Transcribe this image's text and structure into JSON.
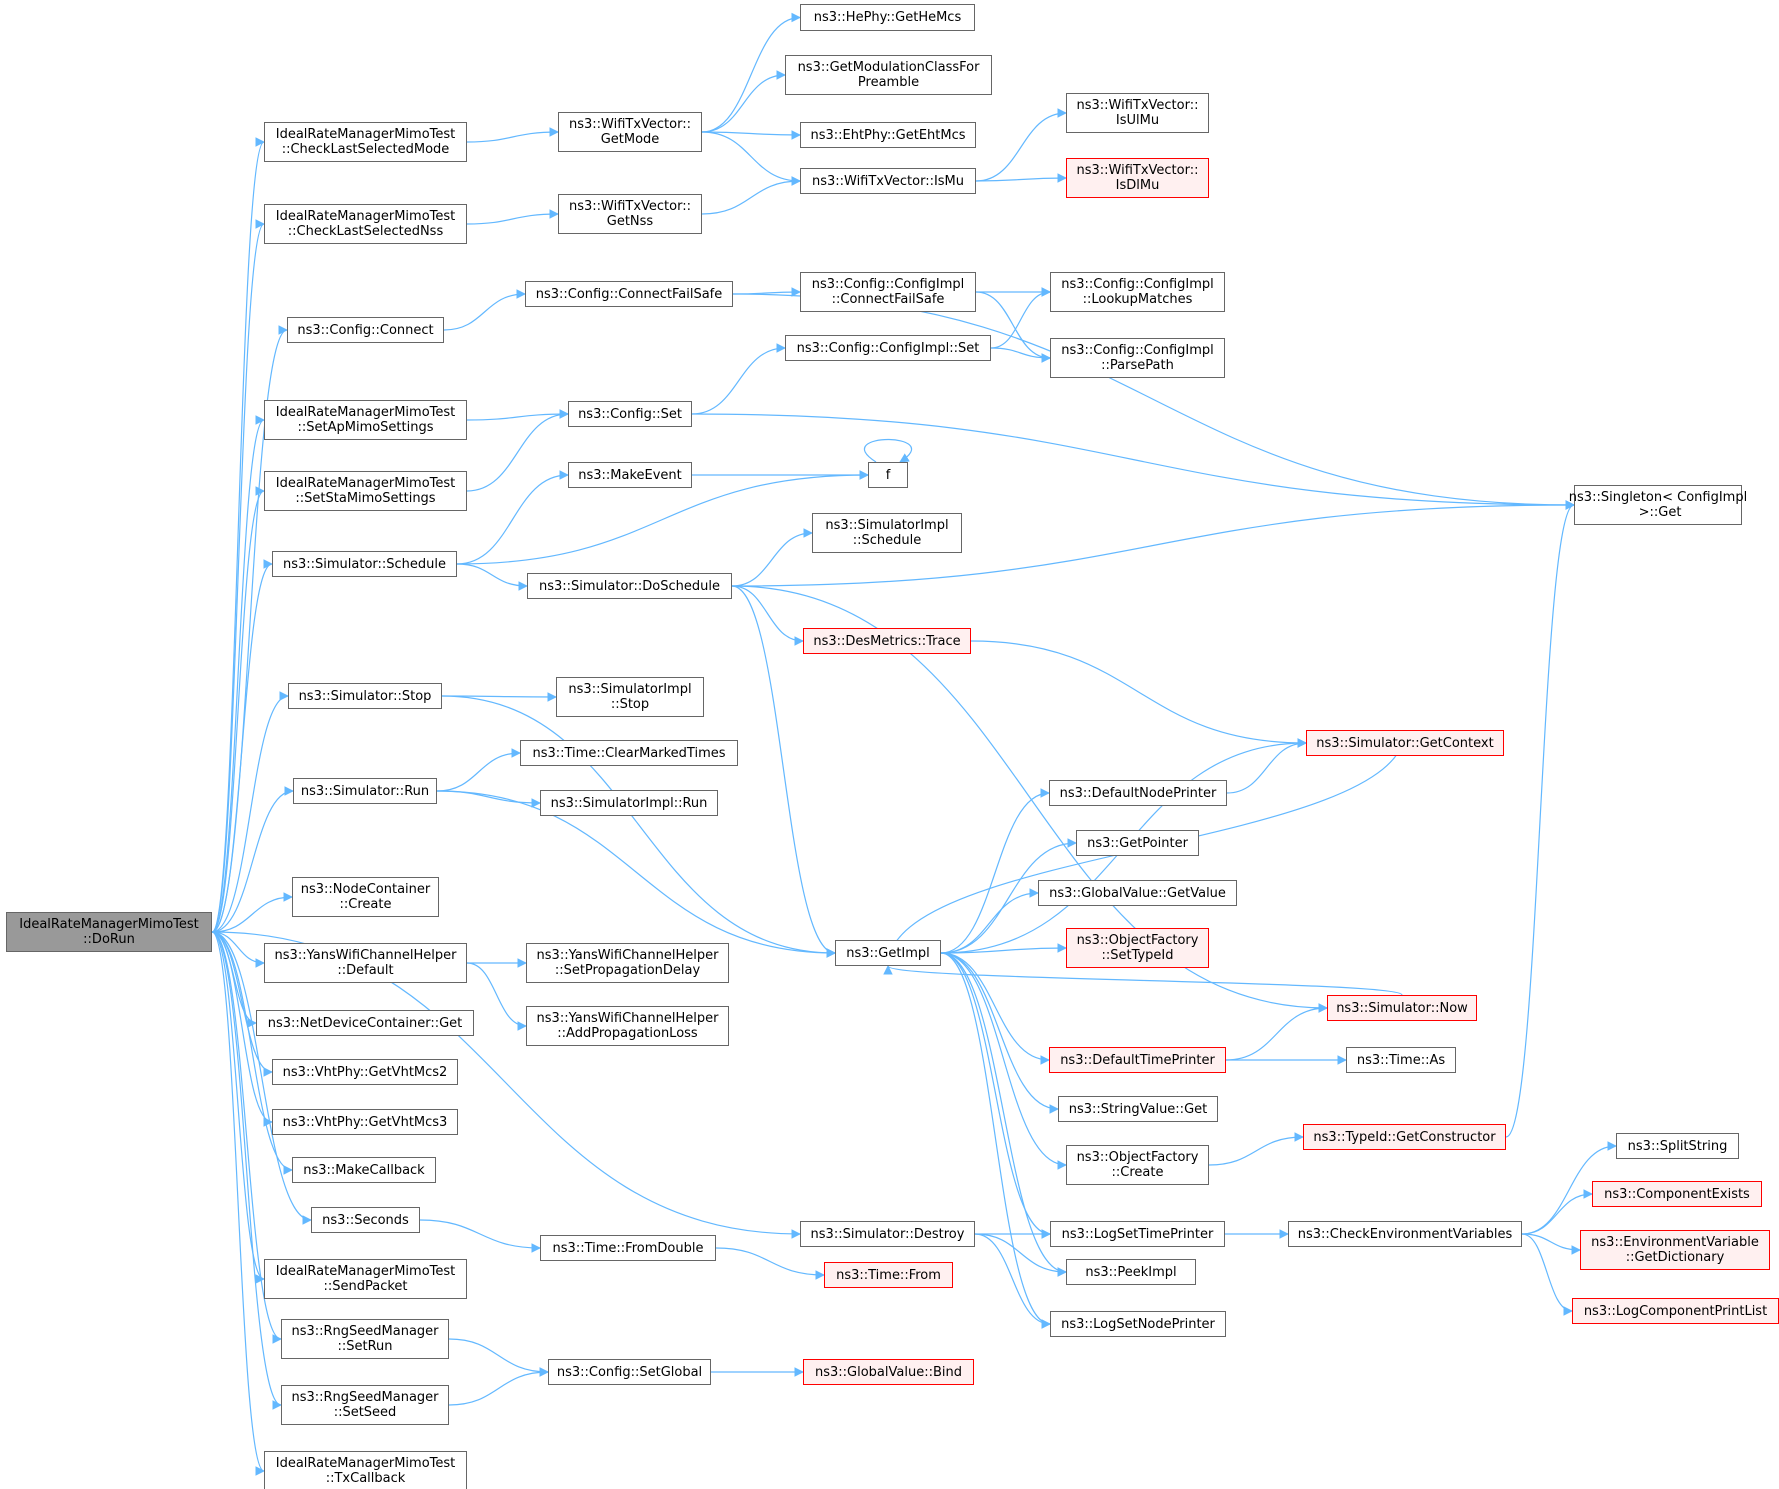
{
  "colors": {
    "edge": "#63b8ff",
    "node_border": "#666666",
    "node_fill": "#ffffff",
    "truncated_border": "#ff0000",
    "truncated_fill": "#fff0f0",
    "root_fill": "#999999"
  },
  "nodes": {
    "n0": {
      "lines": [
        "IdealRateManagerMimoTest",
        "::DoRun"
      ]
    },
    "n1": {
      "lines": [
        "IdealRateManagerMimoTest",
        "::CheckLastSelectedMode"
      ]
    },
    "n2": {
      "lines": [
        "ns3::WifiTxVector::",
        "GetMode"
      ]
    },
    "n3": {
      "lines": [
        "ns3::HePhy::GetHeMcs"
      ]
    },
    "n4": {
      "lines": [
        "ns3::GetModulationClassFor",
        "Preamble"
      ]
    },
    "n5": {
      "lines": [
        "ns3::EhtPhy::GetEhtMcs"
      ]
    },
    "n6": {
      "lines": [
        "ns3::WifiTxVector::IsMu"
      ]
    },
    "n7": {
      "lines": [
        "ns3::WifiTxVector::",
        "IsUlMu"
      ]
    },
    "n8": {
      "lines": [
        "ns3::WifiTxVector::",
        "IsDlMu"
      ]
    },
    "n9": {
      "lines": [
        "IdealRateManagerMimoTest",
        "::CheckLastSelectedNss"
      ]
    },
    "n10": {
      "lines": [
        "ns3::WifiTxVector::",
        "GetNss"
      ]
    },
    "n11": {
      "lines": [
        "ns3::Config::Connect"
      ]
    },
    "n12": {
      "lines": [
        "ns3::Config::ConnectFailSafe"
      ]
    },
    "n13": {
      "lines": [
        "ns3::Config::ConfigImpl",
        "::ConnectFailSafe"
      ]
    },
    "n14": {
      "lines": [
        "ns3::Config::ConfigImpl",
        "::LookupMatches"
      ]
    },
    "n15": {
      "lines": [
        "ns3::Config::ConfigImpl",
        "::ParsePath"
      ]
    },
    "n16": {
      "lines": [
        "ns3::Singleton< ConfigImpl",
        " >::Get"
      ]
    },
    "n17": {
      "lines": [
        "IdealRateManagerMimoTest",
        "::SetApMimoSettings"
      ]
    },
    "n18": {
      "lines": [
        "ns3::Config::Set"
      ]
    },
    "n19": {
      "lines": [
        "ns3::Config::ConfigImpl::Set"
      ]
    },
    "n20": {
      "lines": [
        "IdealRateManagerMimoTest",
        "::SetStaMimoSettings"
      ]
    },
    "n21": {
      "lines": [
        "ns3::Simulator::Schedule"
      ]
    },
    "n22": {
      "lines": [
        "ns3::MakeEvent"
      ]
    },
    "n23": {
      "lines": [
        "f"
      ]
    },
    "n24": {
      "lines": [
        "ns3::Simulator::DoSchedule"
      ]
    },
    "n25": {
      "lines": [
        "ns3::SimulatorImpl",
        "::Schedule"
      ]
    },
    "n26": {
      "lines": [
        "ns3::DesMetrics::Trace"
      ]
    },
    "n27": {
      "lines": [
        "ns3::GetImpl"
      ]
    },
    "n28": {
      "lines": [
        "ns3::Simulator::Now"
      ]
    },
    "n29": {
      "lines": [
        "ns3::Simulator::Stop"
      ]
    },
    "n30": {
      "lines": [
        "ns3::SimulatorImpl",
        "::Stop"
      ]
    },
    "n31": {
      "lines": [
        "ns3::Simulator::Run"
      ]
    },
    "n32": {
      "lines": [
        "ns3::Time::ClearMarkedTimes"
      ]
    },
    "n33": {
      "lines": [
        "ns3::SimulatorImpl::Run"
      ]
    },
    "n34": {
      "lines": [
        "ns3::NodeContainer",
        "::Create"
      ]
    },
    "n35": {
      "lines": [
        "ns3::YansWifiChannelHelper",
        "::Default"
      ]
    },
    "n36": {
      "lines": [
        "ns3::YansWifiChannelHelper",
        "::SetPropagationDelay"
      ]
    },
    "n37": {
      "lines": [
        "ns3::YansWifiChannelHelper",
        "::AddPropagationLoss"
      ]
    },
    "n38": {
      "lines": [
        "ns3::NetDeviceContainer::Get"
      ]
    },
    "n39": {
      "lines": [
        "ns3::VhtPhy::GetVhtMcs2"
      ]
    },
    "n40": {
      "lines": [
        "ns3::VhtPhy::GetVhtMcs3"
      ]
    },
    "n41": {
      "lines": [
        "ns3::MakeCallback"
      ]
    },
    "n42": {
      "lines": [
        "ns3::Seconds"
      ]
    },
    "n43": {
      "lines": [
        "ns3::Time::FromDouble"
      ]
    },
    "n44": {
      "lines": [
        "ns3::Time::From"
      ]
    },
    "n45": {
      "lines": [
        "IdealRateManagerMimoTest",
        "::SendPacket"
      ]
    },
    "n46": {
      "lines": [
        "ns3::RngSeedManager",
        "::SetRun"
      ]
    },
    "n47": {
      "lines": [
        "ns3::Config::SetGlobal"
      ]
    },
    "n48": {
      "lines": [
        "ns3::GlobalValue::Bind"
      ]
    },
    "n49": {
      "lines": [
        "ns3::RngSeedManager",
        "::SetSeed"
      ]
    },
    "n50": {
      "lines": [
        "IdealRateManagerMimoTest",
        "::TxCallback"
      ]
    },
    "n51": {
      "lines": [
        "ns3::Simulator::GetContext"
      ]
    },
    "n52": {
      "lines": [
        "ns3::DefaultNodePrinter"
      ]
    },
    "n53": {
      "lines": [
        "ns3::GetPointer"
      ]
    },
    "n54": {
      "lines": [
        "ns3::GlobalValue::GetValue"
      ]
    },
    "n55": {
      "lines": [
        "ns3::ObjectFactory",
        "::SetTypeId"
      ]
    },
    "n56": {
      "lines": [
        "ns3::DefaultTimePrinter"
      ]
    },
    "n57": {
      "lines": [
        "ns3::Time::As"
      ]
    },
    "n58": {
      "lines": [
        "ns3::StringValue::Get"
      ]
    },
    "n59": {
      "lines": [
        "ns3::ObjectFactory",
        "::Create"
      ]
    },
    "n60": {
      "lines": [
        "ns3::TypeId::GetConstructor"
      ]
    },
    "n61": {
      "lines": [
        "ns3::Simulator::Destroy"
      ]
    },
    "n62": {
      "lines": [
        "ns3::LogSetTimePrinter"
      ]
    },
    "n63": {
      "lines": [
        "ns3::PeekImpl"
      ]
    },
    "n64": {
      "lines": [
        "ns3::LogSetNodePrinter"
      ]
    },
    "n65": {
      "lines": [
        "ns3::CheckEnvironmentVariables"
      ]
    },
    "n66": {
      "lines": [
        "ns3::SplitString"
      ]
    },
    "n67": {
      "lines": [
        "ns3::ComponentExists"
      ]
    },
    "n68": {
      "lines": [
        "ns3::EnvironmentVariable",
        "::GetDictionary"
      ]
    },
    "n69": {
      "lines": [
        "ns3::LogComponentPrintList"
      ]
    }
  },
  "edges": [
    [
      "n0",
      "n1"
    ],
    [
      "n0",
      "n9"
    ],
    [
      "n0",
      "n11"
    ],
    [
      "n0",
      "n17"
    ],
    [
      "n0",
      "n20"
    ],
    [
      "n0",
      "n21"
    ],
    [
      "n0",
      "n29"
    ],
    [
      "n0",
      "n31"
    ],
    [
      "n0",
      "n34"
    ],
    [
      "n0",
      "n35"
    ],
    [
      "n0",
      "n38"
    ],
    [
      "n0",
      "n39"
    ],
    [
      "n0",
      "n40"
    ],
    [
      "n0",
      "n41"
    ],
    [
      "n0",
      "n42"
    ],
    [
      "n0",
      "n45"
    ],
    [
      "n0",
      "n46"
    ],
    [
      "n0",
      "n49"
    ],
    [
      "n0",
      "n50"
    ],
    [
      "n0",
      "n61"
    ],
    [
      "n1",
      "n2"
    ],
    [
      "n2",
      "n3"
    ],
    [
      "n2",
      "n4"
    ],
    [
      "n2",
      "n5"
    ],
    [
      "n2",
      "n6"
    ],
    [
      "n6",
      "n7"
    ],
    [
      "n6",
      "n8"
    ],
    [
      "n9",
      "n10"
    ],
    [
      "n10",
      "n6"
    ],
    [
      "n11",
      "n12"
    ],
    [
      "n12",
      "n13"
    ],
    [
      "n12",
      "n16"
    ],
    [
      "n13",
      "n14"
    ],
    [
      "n13",
      "n15"
    ],
    [
      "n17",
      "n18"
    ],
    [
      "n20",
      "n18"
    ],
    [
      "n18",
      "n19"
    ],
    [
      "n18",
      "n16"
    ],
    [
      "n19",
      "n14"
    ],
    [
      "n19",
      "n15"
    ],
    [
      "n21",
      "n22"
    ],
    [
      "n21",
      "n23"
    ],
    [
      "n21",
      "n24"
    ],
    [
      "n22",
      "n23"
    ],
    [
      "n23",
      "n23"
    ],
    [
      "n24",
      "n25"
    ],
    [
      "n24",
      "n26"
    ],
    [
      "n24",
      "n27"
    ],
    [
      "n24",
      "n28"
    ],
    [
      "n24",
      "n16"
    ],
    [
      "n26",
      "n51"
    ],
    [
      "n29",
      "n30"
    ],
    [
      "n29",
      "n27"
    ],
    [
      "n31",
      "n32"
    ],
    [
      "n31",
      "n33"
    ],
    [
      "n31",
      "n27"
    ],
    [
      "n35",
      "n36"
    ],
    [
      "n35",
      "n37"
    ],
    [
      "n42",
      "n43"
    ],
    [
      "n43",
      "n44"
    ],
    [
      "n46",
      "n47"
    ],
    [
      "n49",
      "n47"
    ],
    [
      "n47",
      "n48"
    ],
    [
      "n27",
      "n51"
    ],
    [
      "n27",
      "n52"
    ],
    [
      "n27",
      "n53"
    ],
    [
      "n27",
      "n54"
    ],
    [
      "n27",
      "n55"
    ],
    [
      "n27",
      "n56"
    ],
    [
      "n27",
      "n58"
    ],
    [
      "n27",
      "n59"
    ],
    [
      "n27",
      "n62"
    ],
    [
      "n27",
      "n63"
    ],
    [
      "n27",
      "n64"
    ],
    [
      "n28",
      "n27"
    ],
    [
      "n51",
      "n27"
    ],
    [
      "n52",
      "n51"
    ],
    [
      "n56",
      "n28"
    ],
    [
      "n56",
      "n57"
    ],
    [
      "n59",
      "n60"
    ],
    [
      "n60",
      "n16"
    ],
    [
      "n61",
      "n62"
    ],
    [
      "n61",
      "n63"
    ],
    [
      "n61",
      "n64"
    ],
    [
      "n62",
      "n65"
    ],
    [
      "n65",
      "n66"
    ],
    [
      "n65",
      "n67"
    ],
    [
      "n65",
      "n68"
    ],
    [
      "n65",
      "n69"
    ]
  ]
}
